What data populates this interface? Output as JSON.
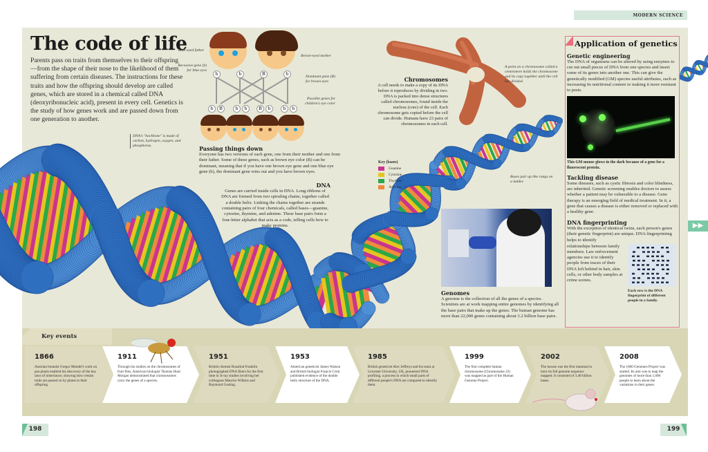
{
  "header": {
    "section": "MODERN SCIENCE"
  },
  "title": "The code of life",
  "intro": "Parents pass on traits from themselves to their offspring—from the shape of their nose to the likelihood of them suffering from certain diseases. The instructions for these traits and how the offspring should develop are called genes, which are stored in a chemical called DNA (deoxyribonucleic acid), present in every cell. Genetics is the study of how genes work and are passed down from one generation to another.",
  "inheritance": {
    "labels": {
      "father": "Blue-eyed father",
      "mother": "Brown-eyed mother",
      "recessive": "Recessive gene (b) for blue eyes",
      "dominant": "Dominant gene (B) for brown eyes",
      "possible": "Possible genes for children's eye color"
    },
    "parent_genes": [
      "b",
      "b",
      "B",
      "b"
    ],
    "child_genes": [
      [
        "b",
        "B"
      ],
      [
        "b",
        "b"
      ],
      [
        "B",
        "b"
      ],
      [
        "b",
        "b"
      ]
    ],
    "child_eyes": [
      "brown",
      "blue",
      "brown",
      "blue"
    ]
  },
  "passing": {
    "heading": "Passing things down",
    "text": "Everyone has two versions of each gene, one from their mother and one from their father. Some of these genes, such as brown eye color (B) can be dominant, meaning that if you have one brown eye gene and one blue eye gene (b), the dominant gene wins out and you have brown eyes."
  },
  "dna": {
    "heading": "DNA",
    "text": "Genes are carried inside cells in DNA. Long ribbons of DNA are formed from two spiraling chains, together called a double helix. Linking the chains together are strands containing pairs of four chemicals, called bases—guanine, cytosine, thymine, and adenine. These base pairs form a four-letter alphabet that acts as a code, telling cells how to make proteins.",
    "backbone_caption": "DNA's \"backbone\" is made of carbon, hydrogen, oxygen, and phosphorus.",
    "rungs_caption": "Bases pair up like rungs on a ladder."
  },
  "key_bases": {
    "title": "Key (bases)",
    "items": [
      {
        "label": "Guanine",
        "color": "#c8358f"
      },
      {
        "label": "Cytosine",
        "color": "#e6c51e"
      },
      {
        "label": "Thymine",
        "color": "#2aa84a"
      },
      {
        "label": "Adenine",
        "color": "#f08a3c"
      }
    ]
  },
  "chromosomes": {
    "heading": "Chromosomes",
    "text": "A cell needs to make a copy of its DNA before it reproduces by dividing in two. DNA is packed into dense structures called chromosomes, found inside the nucleus (core) of the cell. Each chromosome gets copied before the cell can divide. Humans have 23 pairs of chromosomes in each cell.",
    "centromere_caption": "A point on a chromosome called a centromere holds the chromosome and its copy together until the cell has divided."
  },
  "genomes": {
    "heading": "Genomes",
    "text": "A genome is the collection of all the genes of a species. Scientists are at work mapping entire genomes by identifying all the base pairs that make up the genes. The human genome has more than 22,000 genes containing about 3.2 billion base pairs."
  },
  "application": {
    "title": "Application of genetics",
    "engineering": {
      "heading": "Genetic engineering",
      "text": "The DNA of organisms can be altered by using enzymes to cut out small pieces of DNA from one species and insert some of its genes into another one. This can give the genetically modified (GM) species useful attributes, such as increasing its nutritional content or making it more resistant to pests.",
      "caption": "This GM mouse glows in the dark because of a gene for a fluorescent protein."
    },
    "disease": {
      "heading": "Tackling disease",
      "text": "Some diseases, such as cystic fibrosis and color blindness, are inherited. Genetic screening enables doctors to assess whether a patient may be vulnerable to a disease. Gene therapy is an emerging field of medical treatment. In it, a gene that causes a disease is either removed or replaced with a healthy gene."
    },
    "fingerprinting": {
      "heading": "DNA fingerprinting",
      "text1": "With the exception of identical twins, each person's genes (their genetic fingerprint) are unique. DNA fingerprinting helps to identify",
      "text2": "relationships between family members. Law enforcement agencies use it to identify people from traces of their DNA left behind in hair, skin cells, or other body samples at crime scenes.",
      "caption": "Each row is the DNA fingerprint of different people in a family."
    }
  },
  "key_events": {
    "title": "Key events",
    "events": [
      {
        "year": "1866",
        "text": "Austrian botanist Gregor Mendel's work on pea plants enabled his discovery of the key laws of inheritance, showing how certain traits are passed on by plants to their offspring."
      },
      {
        "year": "1911",
        "text": "Through his studies on the chromosomes of fruit flies, American biologist Thomas Hunt Morgan demonstrated that chromosomes carry the genes of a species."
      },
      {
        "year": "1951",
        "text": "British chemist Rosalind Franklin photographed DNA fibers for the first time in X-ray studies involving her colleagues Maurice Wilkins and Raymond Gosling."
      },
      {
        "year": "1953",
        "text": "American geneticist James Watson and British biologist Francis Crick published evidence of the double helix structure of the DNA."
      },
      {
        "year": "1985",
        "text": "British geneticist Alec Jeffreys and his team at Leicester University, UK, pioneered DNA profiling, a process in which small parts of different people's DNA are compared to identify them."
      },
      {
        "year": "1999",
        "text": "The first complete human chromosome (Chromosome 22) was mapped as part of the Human Genome Project."
      },
      {
        "year": "2002",
        "text": "The mouse was the first mammal to have its full genome sequence mapped. It consisted of 3.48 billion bases."
      },
      {
        "year": "2008",
        "text": "The 1000 Genomes Project was started. Its aim was to map the genomes of more than 1,000 people to learn about the variations in their genes."
      }
    ]
  },
  "pages": {
    "left": "198",
    "right": "199",
    "next_icon": "double-chevron-right-icon"
  },
  "colors": {
    "panel": "#e8e8d8",
    "accent_pink": "#e96f7e",
    "accent_green": "#6cbf94",
    "helix_blue": "#2f6fc0"
  }
}
